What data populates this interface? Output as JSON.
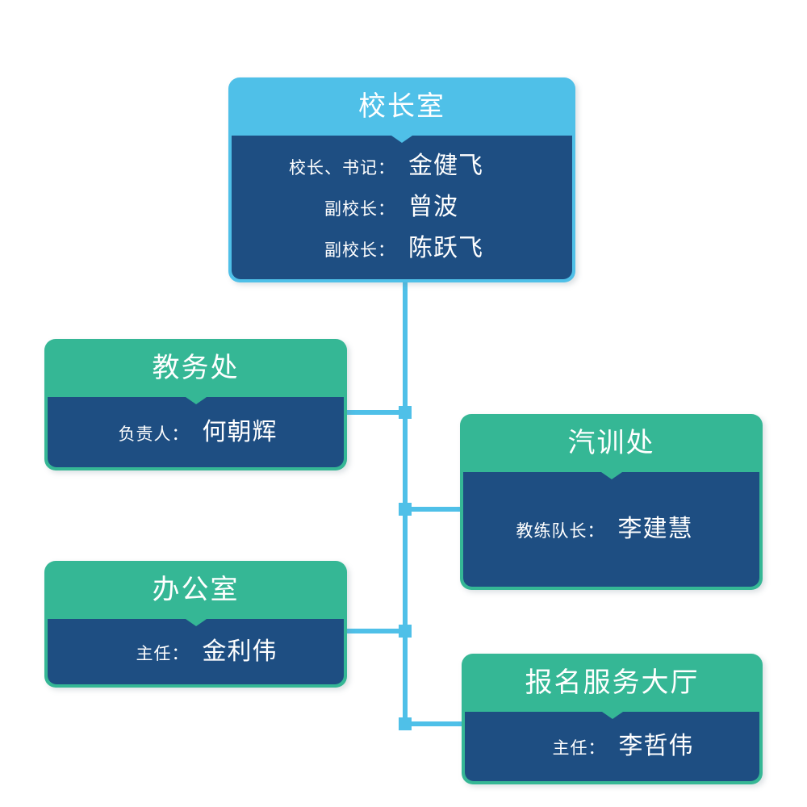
{
  "palette": {
    "header-blue": "#4FC0E8",
    "header-green": "#35B795",
    "body-blue": "#1E4E82",
    "text-white": "#FFFFFF"
  },
  "org": {
    "root": {
      "title": "校长室",
      "members": [
        {
          "role": "校长、书记：",
          "name": "金健飞"
        },
        {
          "role": "副校长：",
          "name": "曾波"
        },
        {
          "role": "副校长：",
          "name": "陈跃飞"
        }
      ]
    },
    "departments": [
      {
        "title": "教务处",
        "members": [
          {
            "role": "负责人：",
            "name": "何朝辉"
          }
        ]
      },
      {
        "title": "汽训处",
        "members": [
          {
            "role": "教练队长：",
            "name": "李建慧"
          }
        ]
      },
      {
        "title": "办公室",
        "members": [
          {
            "role": "主任：",
            "name": "金利伟"
          }
        ]
      },
      {
        "title": "报名服务大厅",
        "members": [
          {
            "role": "主任：",
            "name": "李哲伟"
          }
        ]
      }
    ]
  }
}
